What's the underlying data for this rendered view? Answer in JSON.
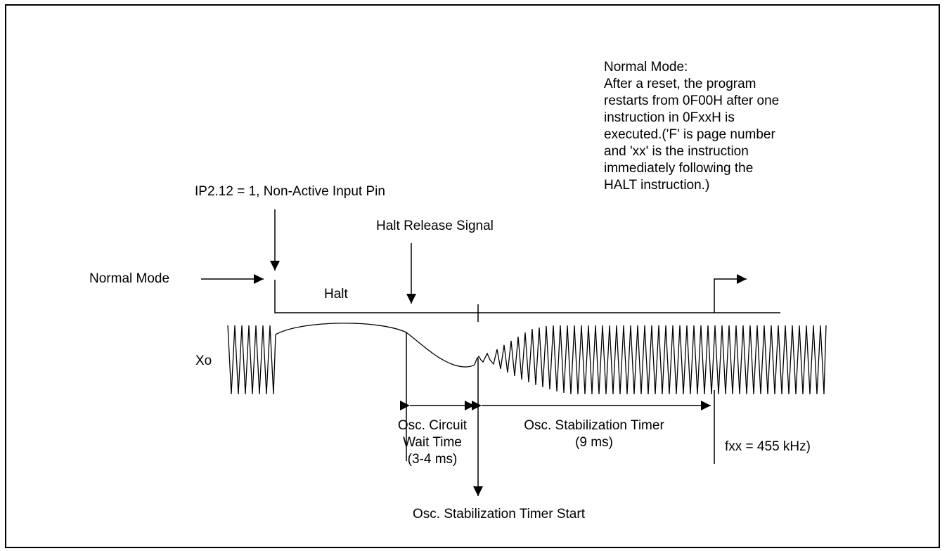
{
  "note": {
    "lines": [
      "Normal Mode:",
      "After a reset, the program",
      "restarts from 0F00H after one",
      "instruction in 0FxxH is",
      "executed.('F' is page number",
      "and 'xx' is the instruction",
      "immediately following the",
      "HALT instruction.)"
    ]
  },
  "labels": {
    "ip_pin": "IP2.12 = 1, Non-Active Input Pin",
    "halt_release": "Halt Release Signal",
    "normal_mode": "Normal Mode",
    "halt": "Halt",
    "xo": "Xo",
    "wait_time": [
      "Osc. Circuit",
      "Wait Time",
      "(3-4 ms)"
    ],
    "stab_timer": [
      "Osc. Stabilization Timer",
      "(9 ms)"
    ],
    "fxx": "fxx = 455 kHz)",
    "stab_start": "Osc. Stabilization Timer Start"
  }
}
